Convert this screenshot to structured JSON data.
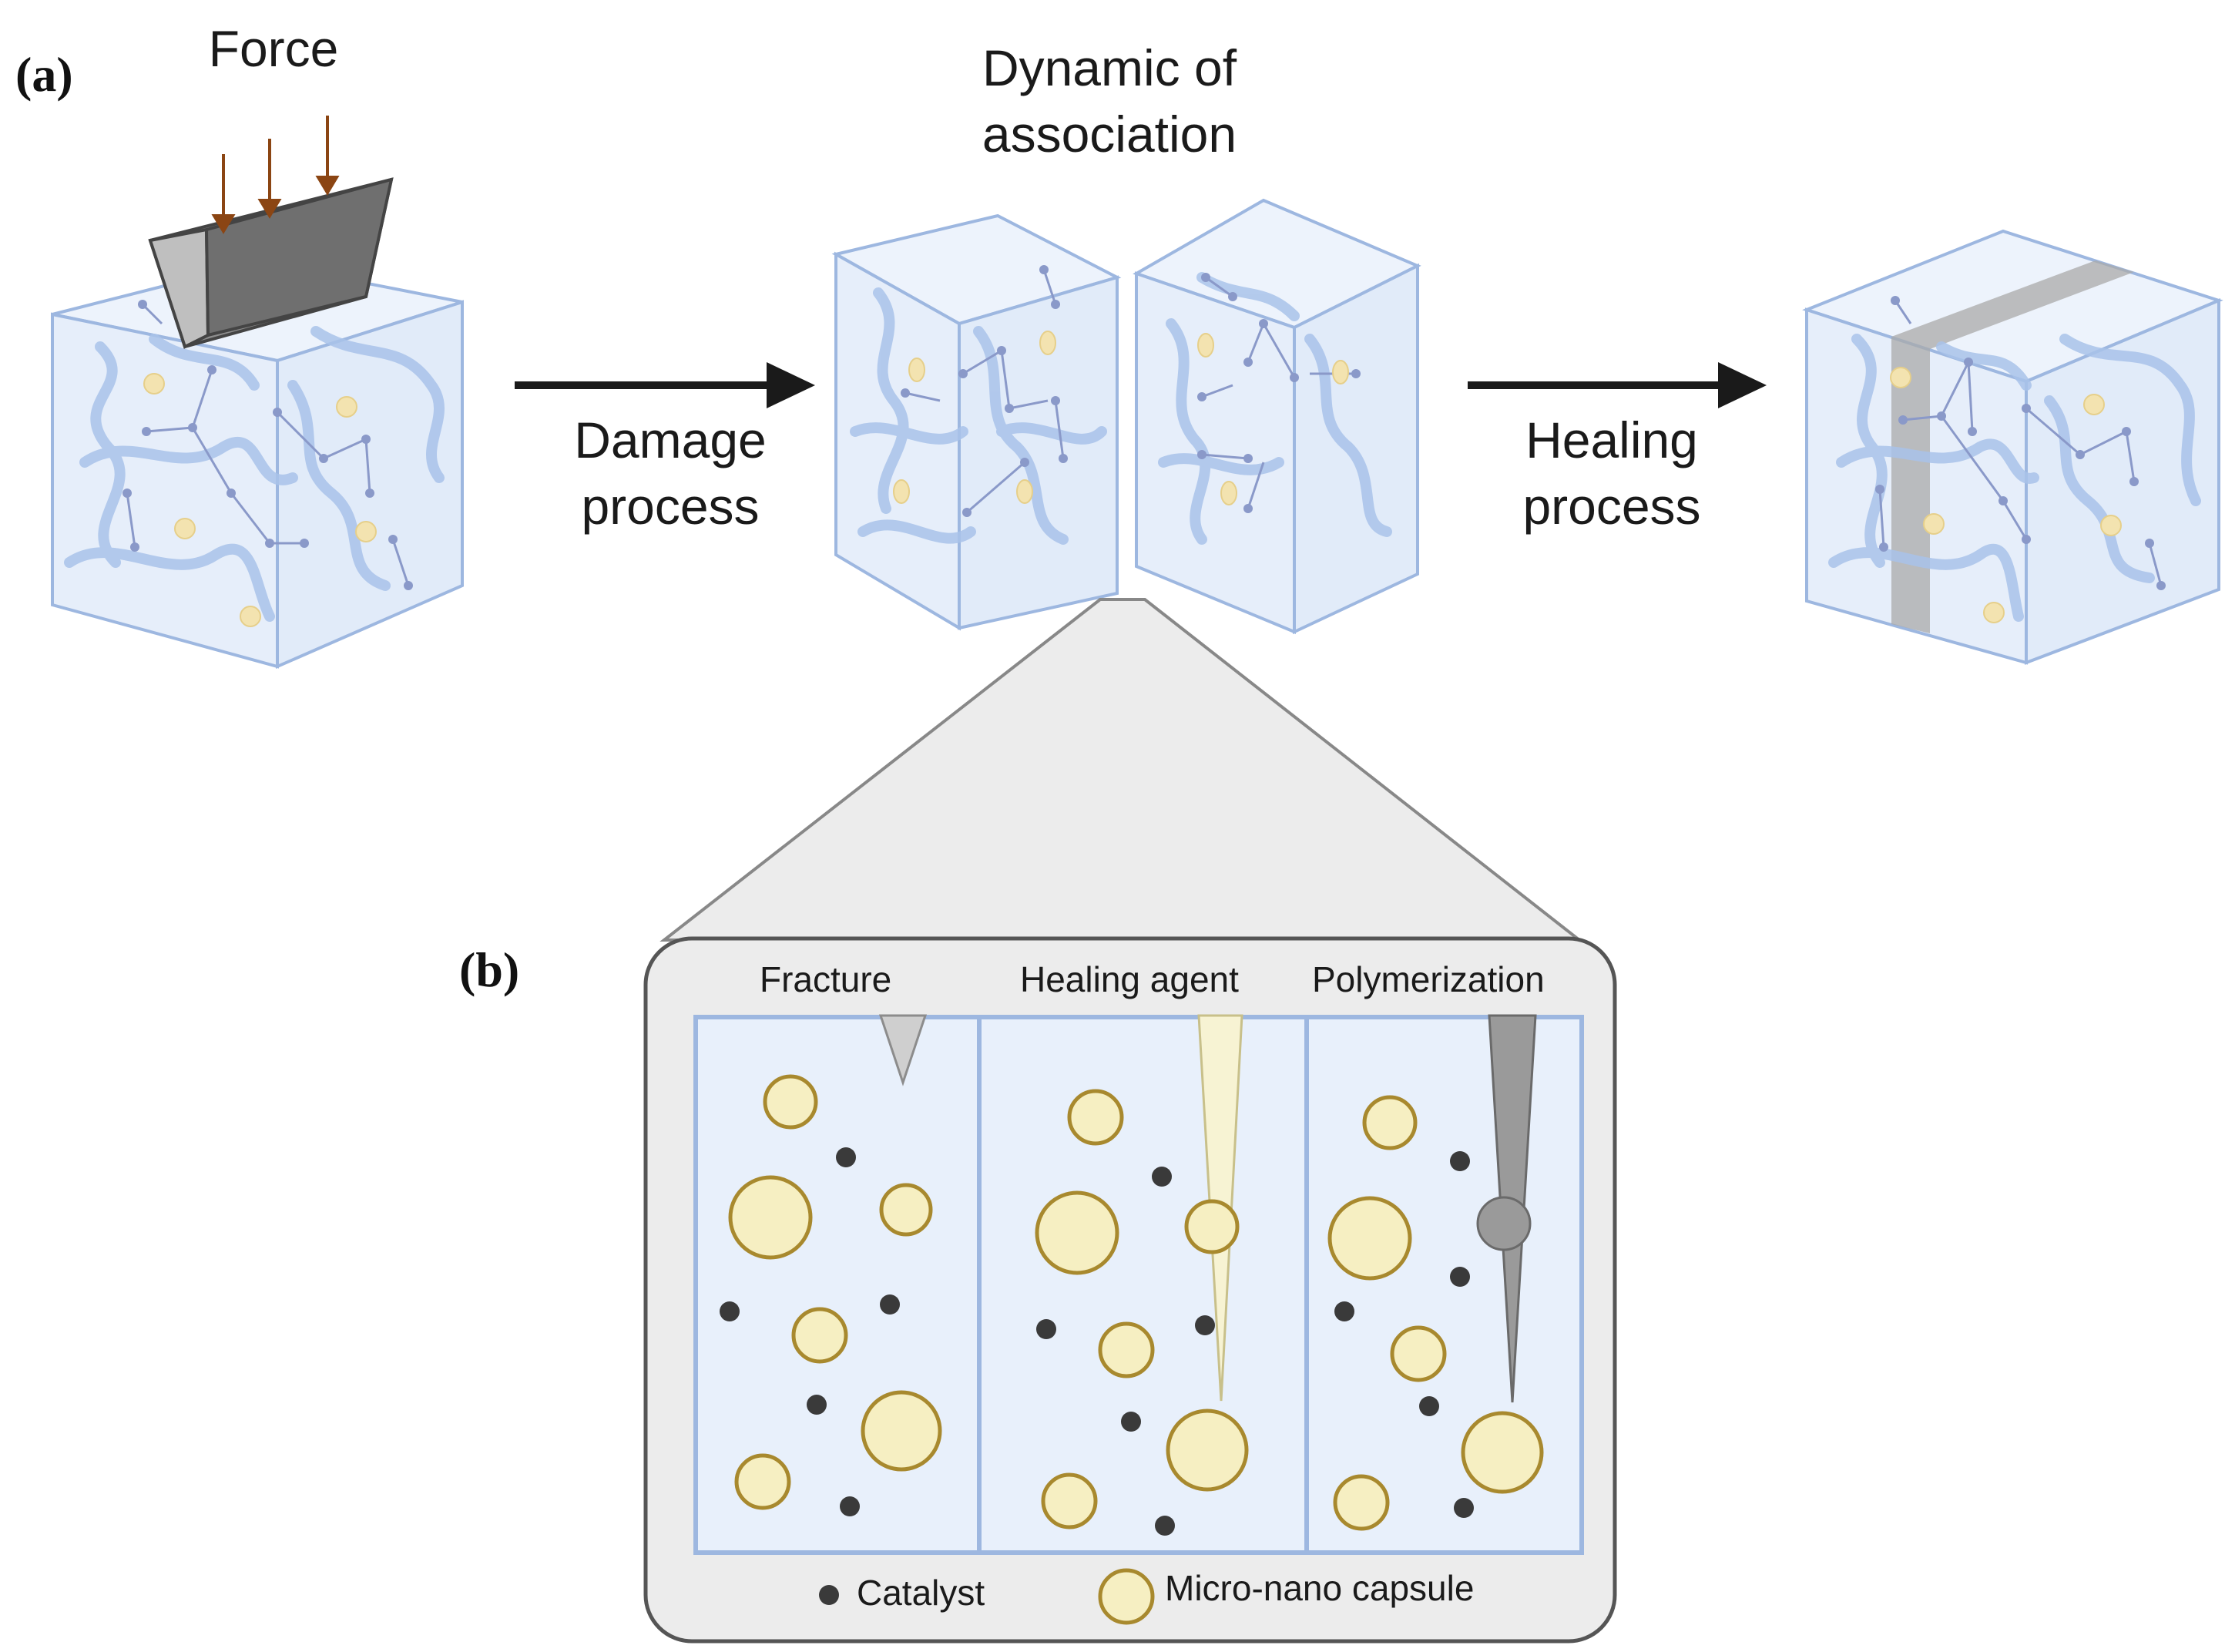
{
  "panels": {
    "a": "(a)",
    "b": "(b)"
  },
  "labels": {
    "force": "Force",
    "dynamic_line1": "Dynamic of",
    "dynamic_line2": "association",
    "damage_line1": "Damage",
    "damage_line2": "process",
    "healing_line1": "Healing",
    "healing_line2": "process"
  },
  "inset": {
    "columns": [
      "Fracture",
      "Healing agent",
      "Polymerization"
    ],
    "legend": {
      "catalyst": "Catalyst",
      "capsule": "Micro-nano capsule"
    }
  },
  "colors": {
    "cube_fill": "#e8f0fb",
    "cube_edge": "#9db7e0",
    "chain": "#a9c3ea",
    "node": "#8a99c9",
    "capsule_fill": "#f6efc2",
    "capsule_edge": "#a8892e",
    "catalyst": "#3a3a3a",
    "arrow": "#1a1a1a",
    "force_arrow": "#8b4513",
    "inset_bg": "#ececec",
    "healing_agent": "#f7f3d3",
    "polymer": "#9a9a9a"
  }
}
